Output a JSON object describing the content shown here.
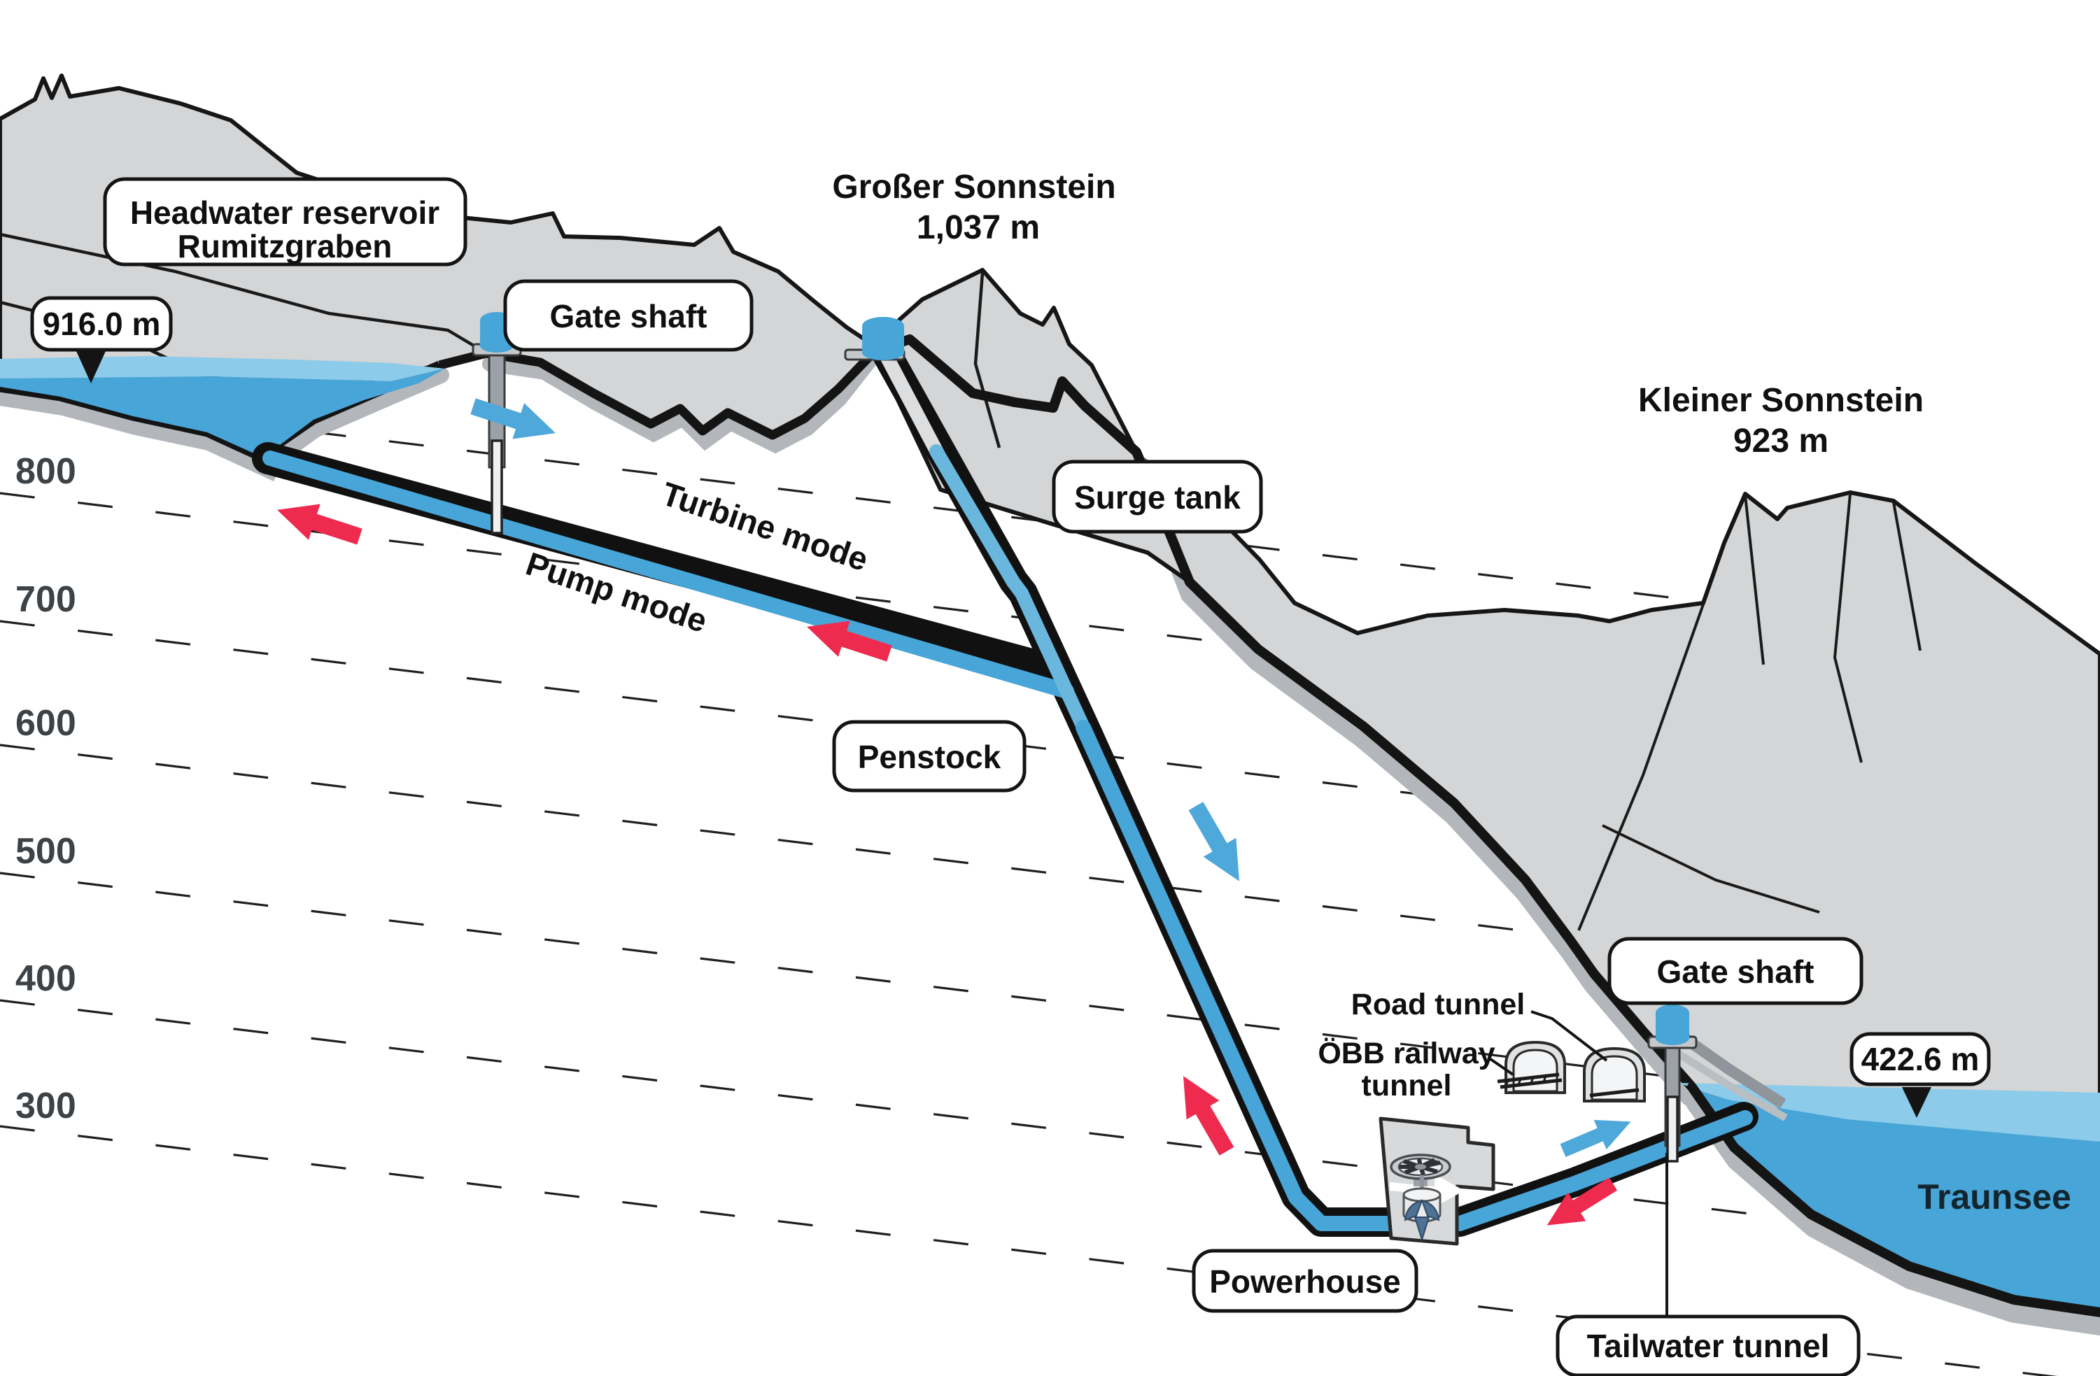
{
  "diagram": "Pumped-storage hydropower plant cross-section",
  "peaks": {
    "grosser": {
      "name": "Großer Sonnstein",
      "elevation": "1,037 m"
    },
    "kleiner": {
      "name": "Kleiner Sonnstein",
      "elevation": "923 m"
    }
  },
  "reservoir": {
    "label_line1": "Headwater reservoir",
    "label_line2": "Rumitzgraben",
    "level": "916.0 m"
  },
  "lake": {
    "name": "Traunsee",
    "level": "422.6 m"
  },
  "labels": {
    "gate_shaft_upper": "Gate shaft",
    "surge_tank": "Surge tank",
    "penstock": "Penstock",
    "powerhouse": "Powerhouse",
    "tailwater_tunnel": "Tailwater tunnel",
    "gate_shaft_lower": "Gate shaft",
    "road_tunnel": "Road tunnel",
    "railway_line1": "ÖBB railway",
    "railway_line2": "tunnel"
  },
  "modes": {
    "turbine": "Turbine mode",
    "pump": "Pump mode"
  },
  "elevation": {
    "unit": "m",
    "ticks": [
      "800",
      "700",
      "600",
      "500",
      "400",
      "300"
    ]
  },
  "colors": {
    "terrain": "#d3d5d7",
    "terrain_shadow": "#b3b7bb",
    "outline": "#161616",
    "water_dark": "#47a5d8",
    "water_light": "#8ccbe9",
    "surge_water": "#69b7dd",
    "empty_shaft": "#dcdee0",
    "arrow_blue": "#4fa8da",
    "arrow_red": "#ee2b4f",
    "metal_gray": "#9ba1a6",
    "tick_text": "#3d4246"
  }
}
